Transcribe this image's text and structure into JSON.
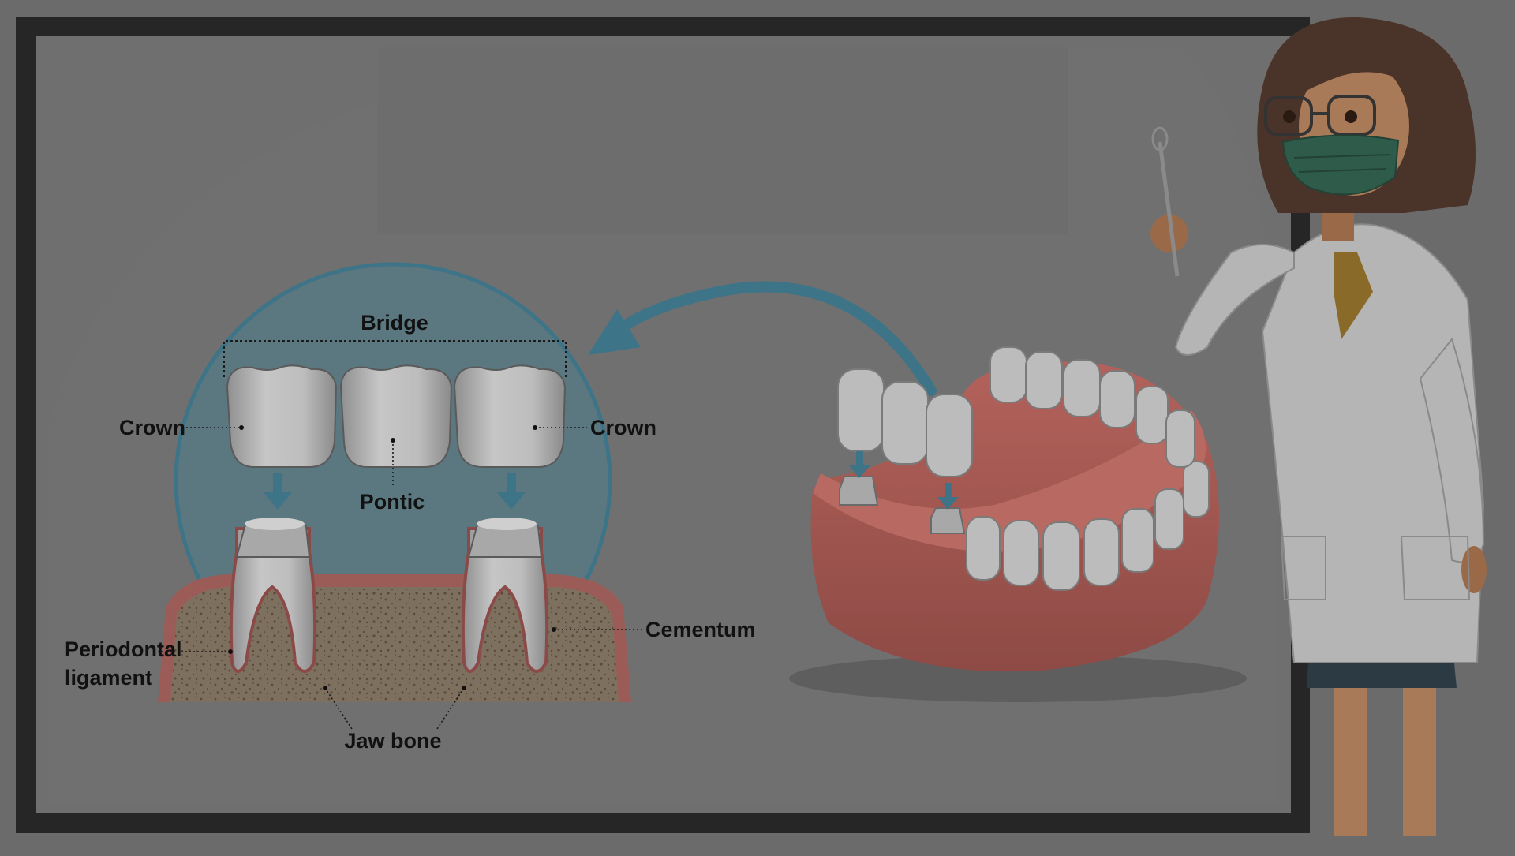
{
  "diagram": {
    "labels": {
      "bridge": "Bridge",
      "crown_left": "Crown",
      "crown_right": "Crown",
      "pontic": "Pontic",
      "cementum": "Cementum",
      "periodontal_line1": "Periodontal",
      "periodontal_line2": "ligament",
      "jaw_bone": "Jaw bone"
    }
  },
  "colors": {
    "background": "#6b6b6b",
    "board_frame": "#262626",
    "board_surface": "#6f6f6f",
    "magnifier_fill": "#5b7780",
    "magnifier_stroke": "#3e7488",
    "arrow": "#3d7488",
    "tooth": "#b8b8b8",
    "bone": "#7e705f",
    "gum": "#9b5c58",
    "denture_gum": "#a0524c",
    "coat": "#b5b5b5",
    "hair": "#4a3328",
    "mask": "#2f5b4b"
  },
  "icons": {
    "dental_mirror": "dental-mirror-icon",
    "down_arrow": "down-arrow-icon",
    "curved_arrow": "curved-arrow-icon"
  }
}
